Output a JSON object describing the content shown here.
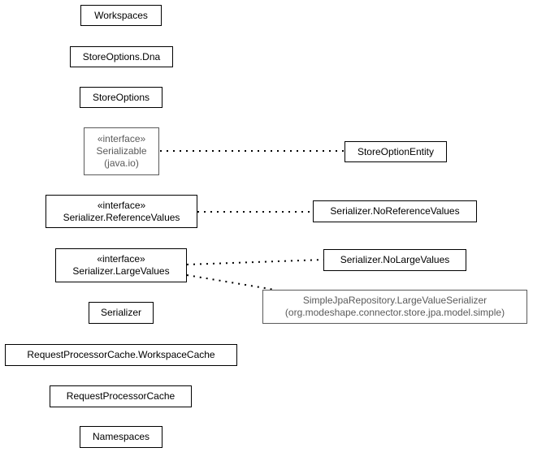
{
  "diagram": {
    "nodes": {
      "workspaces": {
        "name": "Workspaces"
      },
      "store_options_dna": {
        "name": "StoreOptions.Dna"
      },
      "store_options": {
        "name": "StoreOptions"
      },
      "serializable": {
        "stereotype": "«interface»",
        "name": "Serializable",
        "package": "(java.io)",
        "color": "#5a5a5a"
      },
      "store_option_entity": {
        "name": "StoreOptionEntity"
      },
      "serializer_reference_values": {
        "stereotype": "«interface»",
        "name": "Serializer.ReferenceValues"
      },
      "serializer_no_reference_values": {
        "name": "Serializer.NoReferenceValues"
      },
      "serializer_large_values": {
        "stereotype": "«interface»",
        "name": "Serializer.LargeValues"
      },
      "serializer_no_large_values": {
        "name": "Serializer.NoLargeValues"
      },
      "large_value_serializer": {
        "name": "SimpleJpaRepository.LargeValueSerializer",
        "package": "(org.modeshape.connector.store.jpa.model.simple)",
        "color": "#5a5a5a"
      },
      "serializer": {
        "name": "Serializer"
      },
      "request_processor_cache_workspace_cache": {
        "name": "RequestProcessorCache.WorkspaceCache"
      },
      "request_processor_cache": {
        "name": "RequestProcessorCache"
      },
      "namespaces": {
        "name": "Namespaces"
      }
    },
    "edges": [
      {
        "from": "serializable",
        "to": "store_option_entity",
        "style": "dotted"
      },
      {
        "from": "serializer_reference_values",
        "to": "serializer_no_reference_values",
        "style": "dotted"
      },
      {
        "from": "serializer_large_values",
        "to": "serializer_no_large_values",
        "style": "dotted"
      },
      {
        "from": "serializer_large_values",
        "to": "large_value_serializer",
        "style": "dotted"
      }
    ]
  }
}
